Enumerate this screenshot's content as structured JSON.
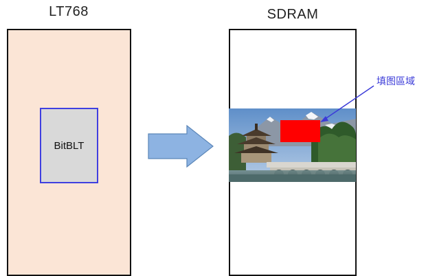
{
  "left_block": {
    "title": "LT768",
    "inner_label": "BitBLT"
  },
  "right_block": {
    "title": "SDRAM",
    "fill_area_label": "填图區域"
  },
  "colors": {
    "lt_fill": "#fbe5d6",
    "bitblt_fill": "#d9d9d9",
    "bitblt_border": "#3f3fe0",
    "arrow_fill": "#8db3e2",
    "fill_rect": "#ff0000",
    "annotation": "#3b3bd8"
  },
  "icons": {
    "arrow": "right-arrow-icon",
    "photo": "landscape-photo"
  }
}
